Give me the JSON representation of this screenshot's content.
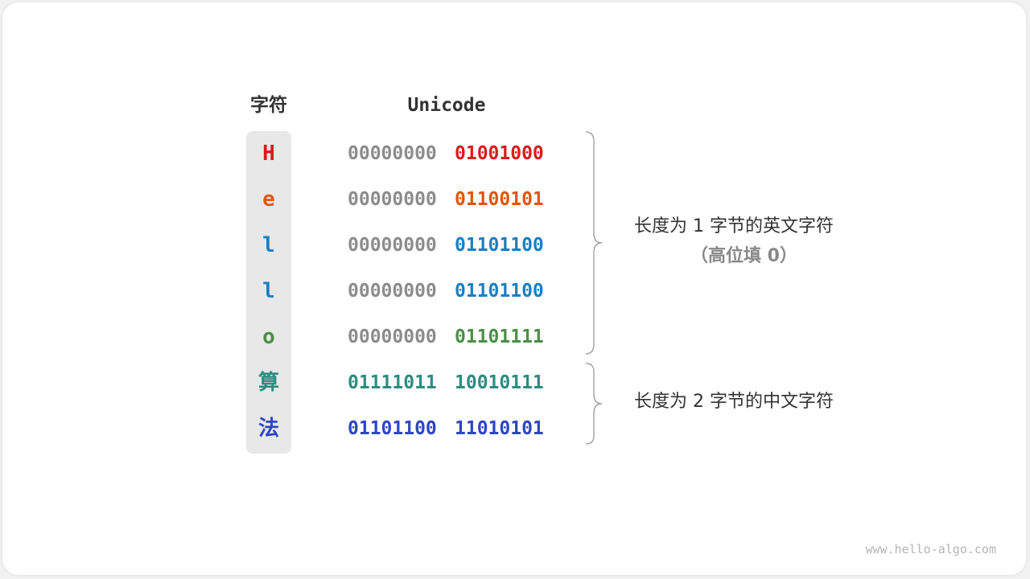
{
  "headers": {
    "char": "字符",
    "unicode": "Unicode"
  },
  "rows": [
    {
      "char": "H",
      "high": "00000000",
      "low": "01001000",
      "color": "#d91c1c",
      "high_gray": true
    },
    {
      "char": "e",
      "high": "00000000",
      "low": "01100101",
      "color": "#e0560f",
      "high_gray": true
    },
    {
      "char": "l",
      "high": "00000000",
      "low": "01101100",
      "color": "#1a7fc4",
      "high_gray": true
    },
    {
      "char": "l",
      "high": "00000000",
      "low": "01101100",
      "color": "#1a7fc4",
      "high_gray": true
    },
    {
      "char": "o",
      "high": "00000000",
      "low": "01101111",
      "color": "#4a8f46",
      "high_gray": true
    },
    {
      "char": "算",
      "high": "01111011",
      "low": "10010111",
      "color": "#2f8b80",
      "high_gray": false
    },
    {
      "char": "法",
      "high": "01101100",
      "low": "11010101",
      "color": "#2d46c2",
      "high_gray": false
    }
  ],
  "annotations": {
    "english_label": "长度为 1 字节的英文字符",
    "english_sub": "（高位填 0）",
    "chinese_label": "长度为 2 字节的中文字符"
  },
  "colors": {
    "gray_bits": "#8c8c8c",
    "brace": "#999999",
    "char_column_bg": "#e8e8e8"
  },
  "watermark": "www.hello-algo.com"
}
